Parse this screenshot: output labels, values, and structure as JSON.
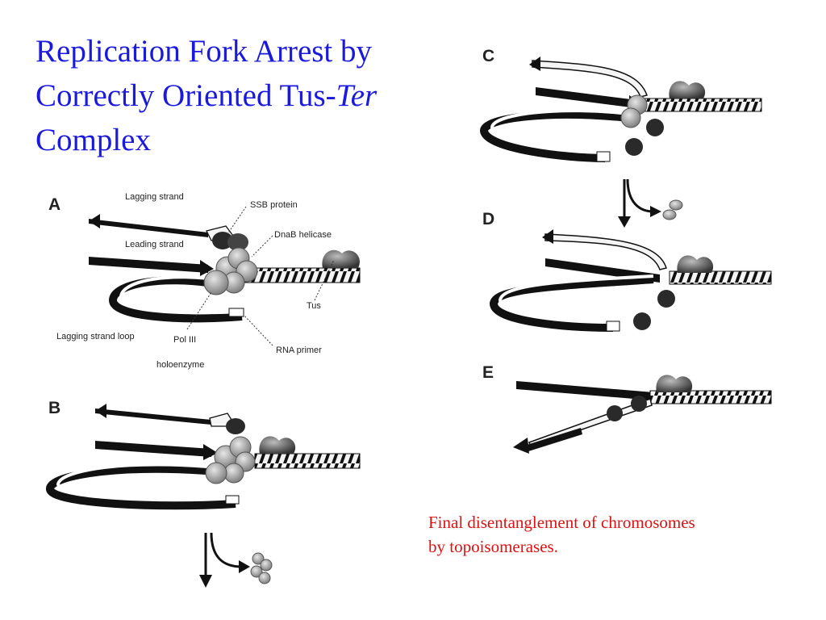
{
  "title": {
    "line1": "Replication Fork Arrest by",
    "line2_prefix": "Correctly Oriented Tus-",
    "line2_italic": "Ter",
    "line3": "Complex"
  },
  "caption": {
    "line1": "Final disentanglement of chromosomes",
    "line2": "by topoisomerases."
  },
  "panels": {
    "a": "A",
    "b": "B",
    "c": "C",
    "d": "D",
    "e": "E"
  },
  "labels": {
    "lagging_strand": "Lagging strand",
    "ssb_protein": "SSB protein",
    "leading_strand": "Leading strand",
    "dnab_helicase": "DnaB helicase",
    "tus": "Tus",
    "lagging_strand_loop": "Lagging strand loop",
    "pol_iii_line1": "Pol III",
    "pol_iii_line2": "holoenzyme",
    "rna_primer": "RNA primer"
  },
  "colors": {
    "title": "#1a1adf",
    "caption": "#dd1111"
  }
}
